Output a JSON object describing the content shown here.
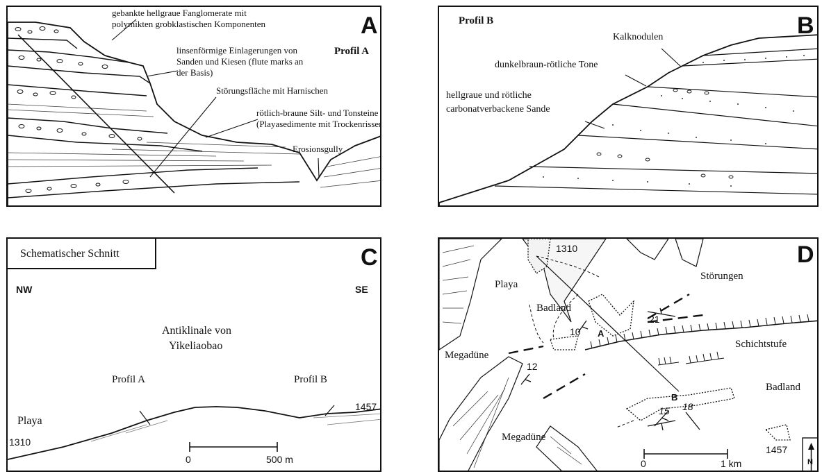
{
  "panel_a": {
    "letter": "A",
    "title": "Profil A",
    "labels": {
      "fanglomerate_1": "gebankte hellgraue Fanglomerate mit",
      "fanglomerate_2": "polymikten grobklastischen Komponenten",
      "lenses_1": "linsenförmige Einlagerungen von",
      "lenses_2": "Sanden und Kiesen (flute marks an",
      "lenses_3": "der Basis)",
      "fault": "Störungsfläche mit Harnischen",
      "silt_1": "rötlich-braune Silt- und Tonsteine",
      "silt_2": "(Playasedimente mit Trockenrissen)",
      "gully": "Erosionsgully"
    }
  },
  "panel_b": {
    "letter": "B",
    "title": "Profil B",
    "labels": {
      "nodules": "Kalknodulen",
      "clays": "dunkelbraun-rötliche Tone",
      "sands_1": "hellgraue und rötliche",
      "sands_2": "carbonatverbackene Sande"
    }
  },
  "panel_c": {
    "letter": "C",
    "title": "Schematischer Schnitt",
    "nw": "NW",
    "se": "SE",
    "anticline_1": "Antiklinale von",
    "anticline_2": "Yikeliaobao",
    "profile_a": "Profil A",
    "profile_b": "Profil B",
    "playa": "Playa",
    "elev_left": "1310",
    "elev_right": "1457",
    "scale_zero": "0",
    "scale_end": "500 m"
  },
  "panel_d": {
    "letter": "D",
    "elev_top": "1310",
    "elev_bottom": "1457",
    "faults": "Störungen",
    "playa": "Playa",
    "badland_1": "Badland",
    "badland_2": "Badland",
    "megadune_1": "Megadüne",
    "megadune_2": "Megadüne",
    "scarp": "Schichtstufe",
    "dip_10": "10",
    "dip_12": "12",
    "dip_15": "15",
    "dip_18": "18",
    "dip_21": "21",
    "point_a": "A",
    "point_b": "B",
    "scale_zero": "0",
    "scale_end": "1 km",
    "north": "N"
  }
}
